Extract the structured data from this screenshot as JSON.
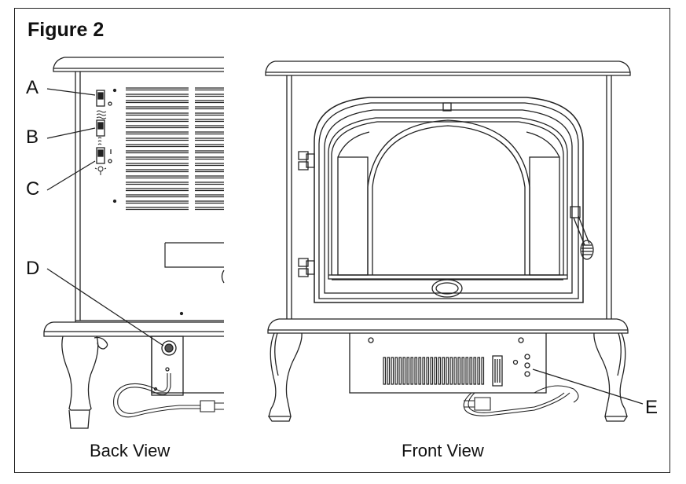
{
  "figure": {
    "title": "Figure 2"
  },
  "callouts": {
    "a": "A",
    "b": "B",
    "c": "C",
    "d": "D",
    "e": "E"
  },
  "captions": {
    "back": "Back View",
    "front": "Front View"
  }
}
